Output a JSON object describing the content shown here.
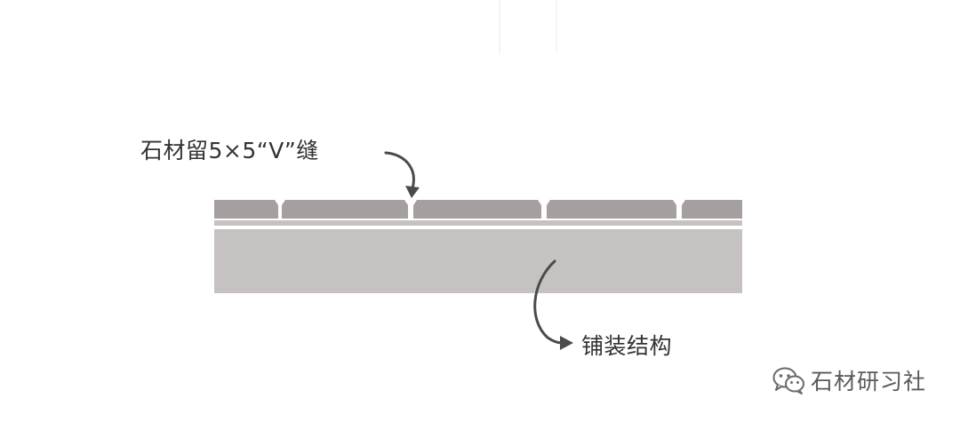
{
  "labels": {
    "v_groove": "石材留5×5“V”缝",
    "paving_structure": "铺装结构"
  },
  "watermark": {
    "icon": "wechat-icon",
    "text": "石材研习社"
  },
  "colors": {
    "stone_slab": "#a69f9f",
    "base_layer": "#c6c2c1",
    "arrow": "#4b4b4b",
    "text": "#333333"
  }
}
